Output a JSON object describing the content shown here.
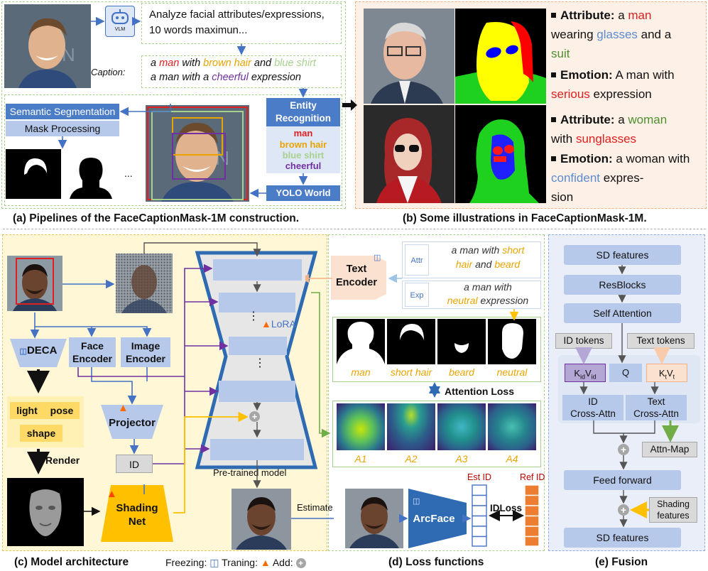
{
  "panel_a": {
    "prompt": "Analyze facial  attributes/expressions, 10 words maximun...",
    "vlm_label": "VLM",
    "caption_label": "Caption:",
    "cap1": {
      "a": "a ",
      "man": "man",
      "with": " with ",
      "brown": "brown hair",
      "and": " and ",
      "blue": "blue shirt"
    },
    "cap2": {
      "a": "a man with a ",
      "cheerful": "cheerful",
      "rest": " expression"
    },
    "entity_title": "Entity\nRecognition",
    "entities": [
      "man",
      "brown hair",
      "blue shirt",
      "cheerful"
    ],
    "yolo": "YOLO World",
    "seg": "Semantic Segmentation",
    "maskproc": "Mask Processing",
    "ellipsis": "...",
    "caption": "(a) Pipelines of the FaceCaptionMask-1M construction."
  },
  "panel_b": {
    "attr1_label": "Attribute:",
    "attr1": [
      " a ",
      "man",
      " wearing ",
      "glasses",
      " and a ",
      "suit"
    ],
    "emo1_label": "Emotion:",
    "emo1": [
      " A man with ",
      "serious",
      " expression"
    ],
    "attr2_label": "Attribute:",
    "attr2": [
      " a ",
      "woman",
      " with ",
      "sunglasses"
    ],
    "emo2_label": "Emotion:",
    "emo2": [
      " a woman with ",
      "confident",
      " expres-",
      "sion"
    ],
    "caption": "(b) Some illustrations in FaceCaptionMask-1M."
  },
  "panel_c": {
    "deca": "DECA",
    "face_encoder": "Face\nEncoder",
    "image_encoder": "Image\nEncoder",
    "projector": "Projector",
    "id": "ID",
    "light": "light",
    "pose": "pose",
    "shape": "shape",
    "render": "Render",
    "shading_net": "Shading\nNet",
    "lora": "LoRA",
    "pretrained": "Pre-trained model",
    "estimate": "Estimate",
    "caption": "(c) Model architecture",
    "legend_freezing": "Freezing:",
    "legend_training": "Traning:",
    "legend_add": "Add:"
  },
  "panel_d": {
    "text_encoder": "Text\nEncoder",
    "attr_tag": "Attr",
    "exp_tag": "Exp",
    "attr_text": {
      "l1a": "a man with ",
      "l1b": "short",
      "l2a": "hair",
      "l2b": " and ",
      "l2c": "beard"
    },
    "exp_text": {
      "l1": "a man with",
      "l2a": "neutral",
      "l2b": " expression"
    },
    "mask_labels": [
      "man",
      "short hair",
      "beard",
      "neutral"
    ],
    "attention_loss": "Attention Loss",
    "attn_labels": [
      "A1",
      "A2",
      "A3",
      "A4"
    ],
    "arcface": "ArcFace",
    "est_id": "Est ID",
    "ref_id": "Ref ID",
    "idloss": "IDLoss",
    "caption": "(d) Loss functions"
  },
  "panel_e": {
    "sd_features_top": "SD features",
    "resblocks": "ResBlocks",
    "self_attention": "Self Attention",
    "id_tokens": "ID tokens",
    "text_tokens": "Text tokens",
    "kid": "K",
    "kid_sub": "id",
    "vid": "V",
    "vid_sub": "id",
    "q": "Q",
    "kt": "K",
    "kt_sub": "t",
    "vt": "V",
    "vt_sub": "t",
    "id_cross": "ID\nCross-Attn",
    "text_cross": "Text\nCross-Attn",
    "attn_map": "Attn-Map",
    "feed_forward": "Feed forward",
    "shading_features": "Shading\nfeatures",
    "sd_features_bottom": "SD features",
    "caption": "(e) Fusion"
  },
  "colors": {
    "yellow_text": "#e8a400",
    "green_text": "#8fc25a",
    "purple_text": "#7030a0",
    "red_text": "#e02020",
    "blue_arrow": "#4472c4",
    "purple_arrow": "#7030a0",
    "green_arrow": "#70ad47",
    "orange_arrow": "#ffc000"
  }
}
